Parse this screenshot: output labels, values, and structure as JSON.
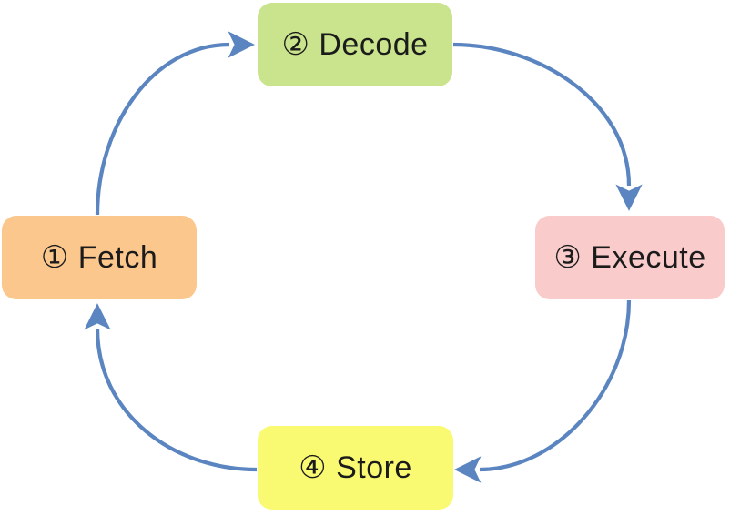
{
  "colors": {
    "background": "#ffffff",
    "arrow": "#5b85c0",
    "text": "#1b1b1b"
  },
  "nodes": [
    {
      "id": "fetch",
      "label": "① Fetch",
      "color": "#fbc78d"
    },
    {
      "id": "decode",
      "label": "② Decode",
      "color": "#c9e48c"
    },
    {
      "id": "execute",
      "label": "③ Execute",
      "color": "#facbcb"
    },
    {
      "id": "store",
      "label": "④ Store",
      "color": "#fafa72"
    }
  ],
  "edges": [
    {
      "from": "fetch",
      "to": "decode"
    },
    {
      "from": "decode",
      "to": "execute"
    },
    {
      "from": "execute",
      "to": "store"
    },
    {
      "from": "store",
      "to": "fetch"
    }
  ]
}
